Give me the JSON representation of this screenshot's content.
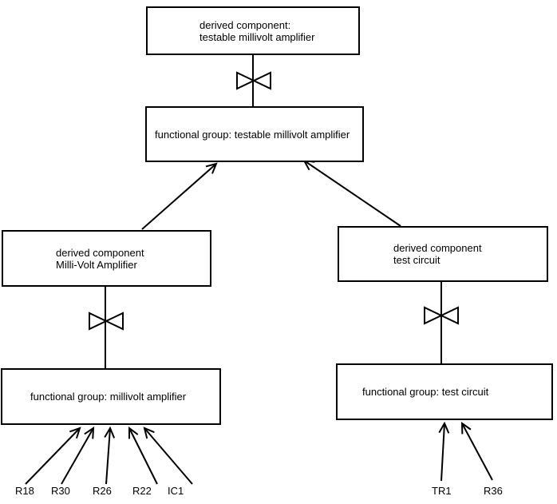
{
  "diagram": {
    "colors": {
      "background": "#ffffff",
      "line": "#000000",
      "box_fill": "#ffffff",
      "text": "#000000"
    },
    "nodes": {
      "top_derived": {
        "line1": "derived component:",
        "line2": "testable millivolt amplifier"
      },
      "mid_functional": {
        "line1": "functional group: testable millivolt amplifier"
      },
      "left_derived": {
        "line1": "derived component",
        "line2": "Milli-Volt Amplifier"
      },
      "right_derived": {
        "line1": "derived component",
        "line2": "test circuit"
      },
      "left_functional": {
        "line1": "functional group: millivolt amplifier"
      },
      "right_functional": {
        "line1": "functional group: test circuit"
      }
    },
    "components_left": [
      "R18",
      "R30",
      "R26",
      "R22",
      "IC1"
    ],
    "components_right": [
      "TR1",
      "R36"
    ]
  }
}
